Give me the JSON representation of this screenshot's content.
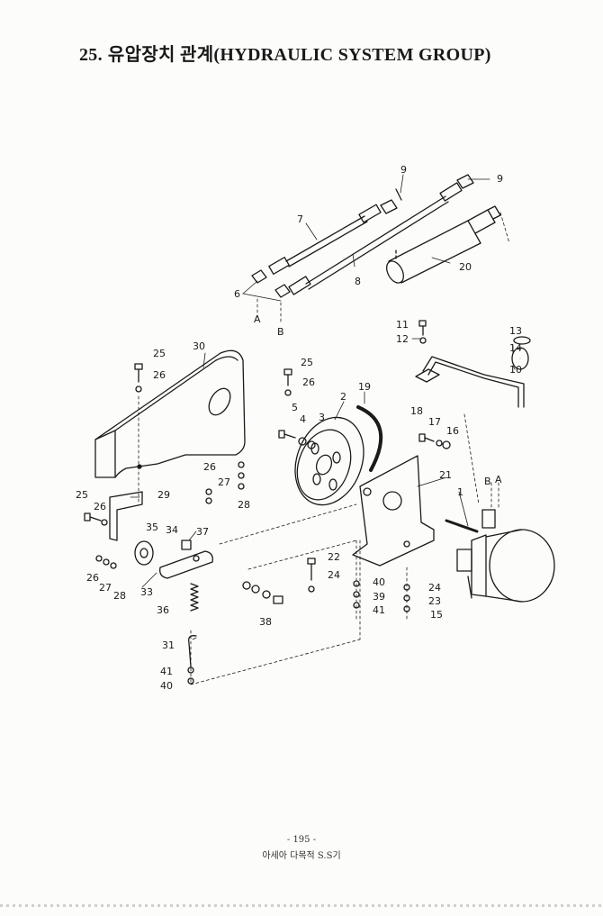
{
  "title": {
    "number": "25.",
    "text": "유압장치 관계(HYDRAULIC SYSTEM GROUP)"
  },
  "footer": {
    "page": "- 195 -",
    "company": "아세아 다목적 S.S기"
  },
  "callouts": {
    "c1": "1",
    "c2": "2",
    "c3": "3",
    "c4": "4",
    "c5": "5",
    "c6": "6",
    "c7": "7",
    "c8": "8",
    "c9a": "9",
    "c9b": "9",
    "c10": "10",
    "c11": "11",
    "c12": "12",
    "c13": "13",
    "c14": "14",
    "c15": "15",
    "c16": "16",
    "c17": "17",
    "c18": "18",
    "c19": "19",
    "c20": "20",
    "c21": "21",
    "c22": "22",
    "c23": "23",
    "c24a": "24",
    "c24b": "24",
    "c25a": "25",
    "c25b": "25",
    "c25c": "25",
    "c26a": "26",
    "c26b": "26",
    "c26c": "26",
    "c26d": "26",
    "c26e": "26",
    "c27a": "27",
    "c27b": "27",
    "c28a": "28",
    "c28b": "28",
    "c29": "29",
    "c30": "30",
    "c31": "31",
    "c33": "33",
    "c34": "34",
    "c35": "35",
    "c36": "36",
    "c37": "37",
    "c38": "38",
    "c39": "39",
    "c40a": "40",
    "c40b": "40",
    "c41a": "41",
    "c41b": "41",
    "cAa": "A",
    "cAb": "A",
    "cBa": "B",
    "cBb": "B"
  }
}
